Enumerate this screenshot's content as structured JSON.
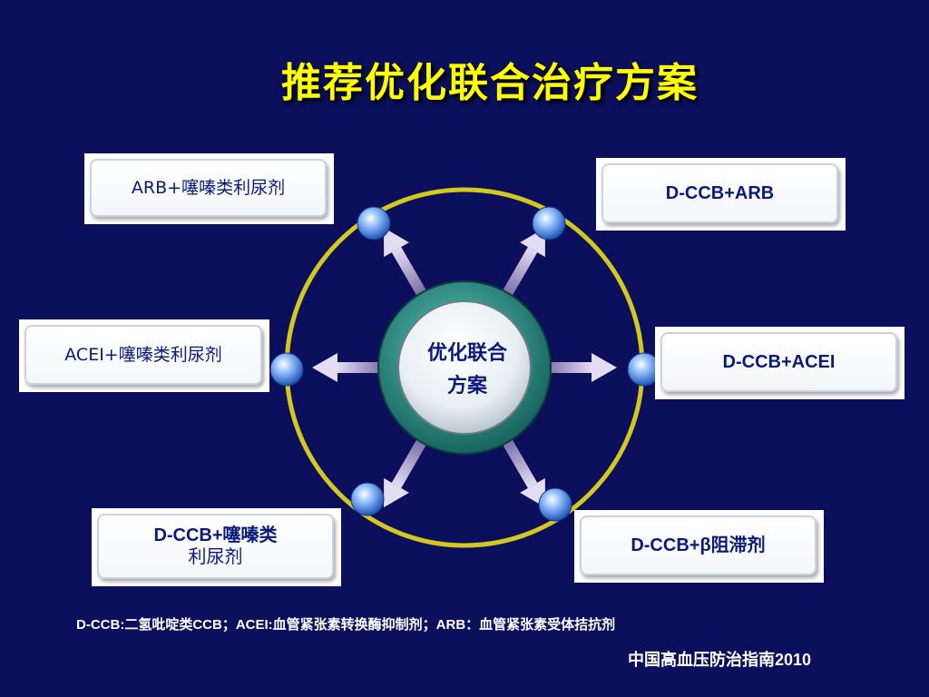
{
  "title": "推荐优化联合治疗方案",
  "center": {
    "line1": "优化联合",
    "line2": "方案"
  },
  "options": {
    "top_left": "ARB+噻嗪类利尿剂",
    "top_right": "D-CCB+ARB",
    "mid_left": "ACEI+噻嗪类利尿剂",
    "mid_right": "D-CCB+ACEI",
    "bottom_left_line1": "D-CCB+噻嗪类",
    "bottom_left_line2": "利尿剂",
    "bottom_right": "D-CCB+β阻滞剂"
  },
  "footnote": "D-CCB:二氢吡啶类CCB；ACEI:血管紧张素转换酶抑制剂；ARB：血管紧张素受体拮抗剂",
  "source": "中国高血压防治指南2010",
  "colors": {
    "background": "#0b0f5c",
    "title": "#ffff00",
    "ring": "#d4c820",
    "center": "#2a8f86",
    "arrow": "#c8b8e0",
    "node": "#3b7bd6",
    "card_text": "#0a1a7a"
  }
}
